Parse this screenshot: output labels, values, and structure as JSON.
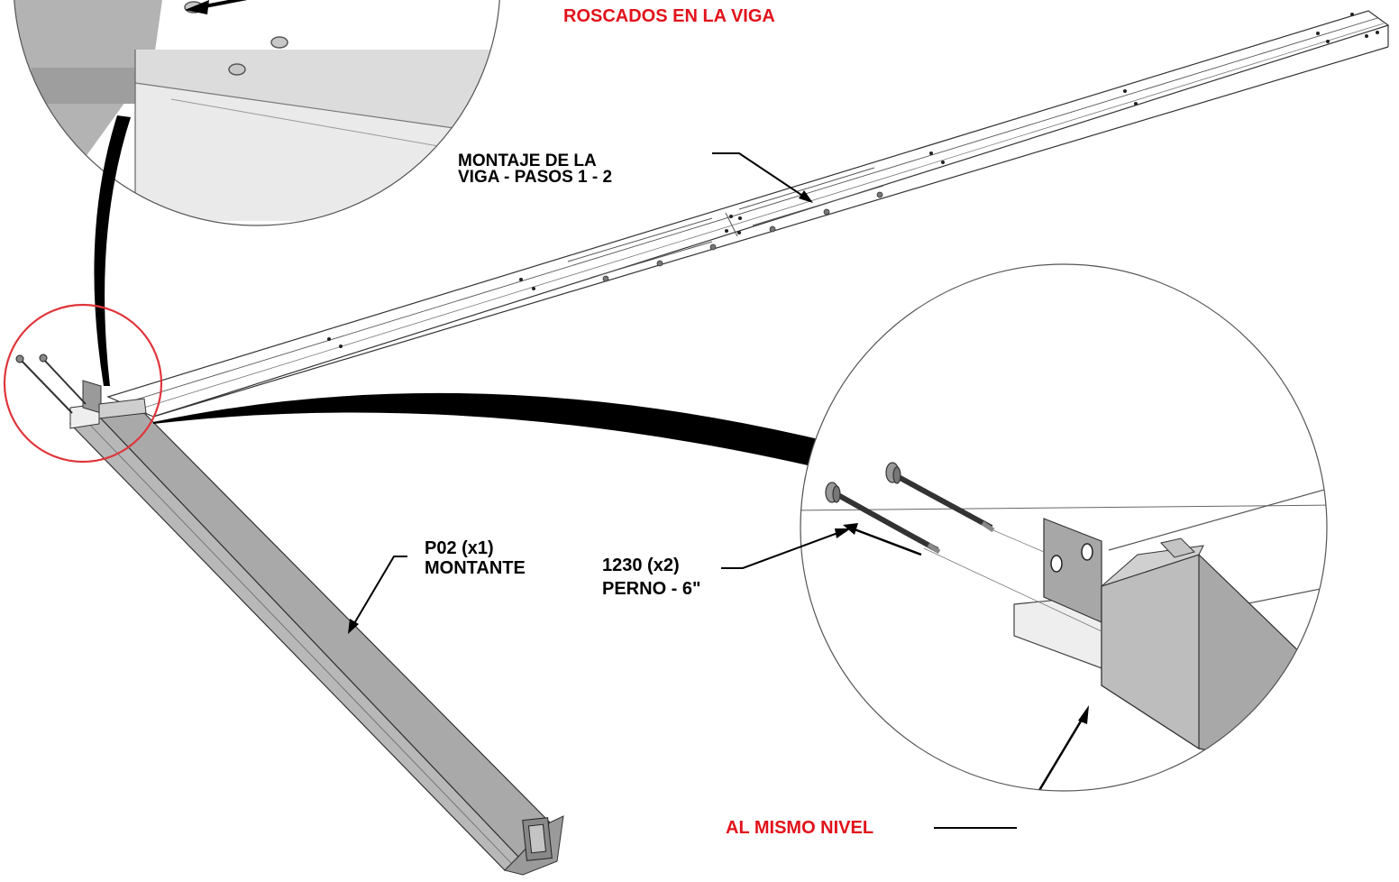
{
  "callouts": {
    "threaded": {
      "text": "ROSCADOS EN LA VIGA",
      "color": "#e1121b"
    },
    "beam_assembly": {
      "line1": "MONTAJE DE LA",
      "line2": "VIGA - PASOS 1 - 2"
    },
    "upright": {
      "part": "P02 (x1)",
      "name": "MONTANTE"
    },
    "bolt": {
      "part": "1230 (x2)",
      "name": "PERNO - 6\""
    },
    "flush": {
      "text": "AL MISMO NIVEL",
      "color": "#e1121b"
    }
  },
  "colors": {
    "highlight_circle": "#e0353b",
    "steel": "#a9a9a9",
    "steel_dark": "#8c8c8c",
    "line": "#000000"
  }
}
